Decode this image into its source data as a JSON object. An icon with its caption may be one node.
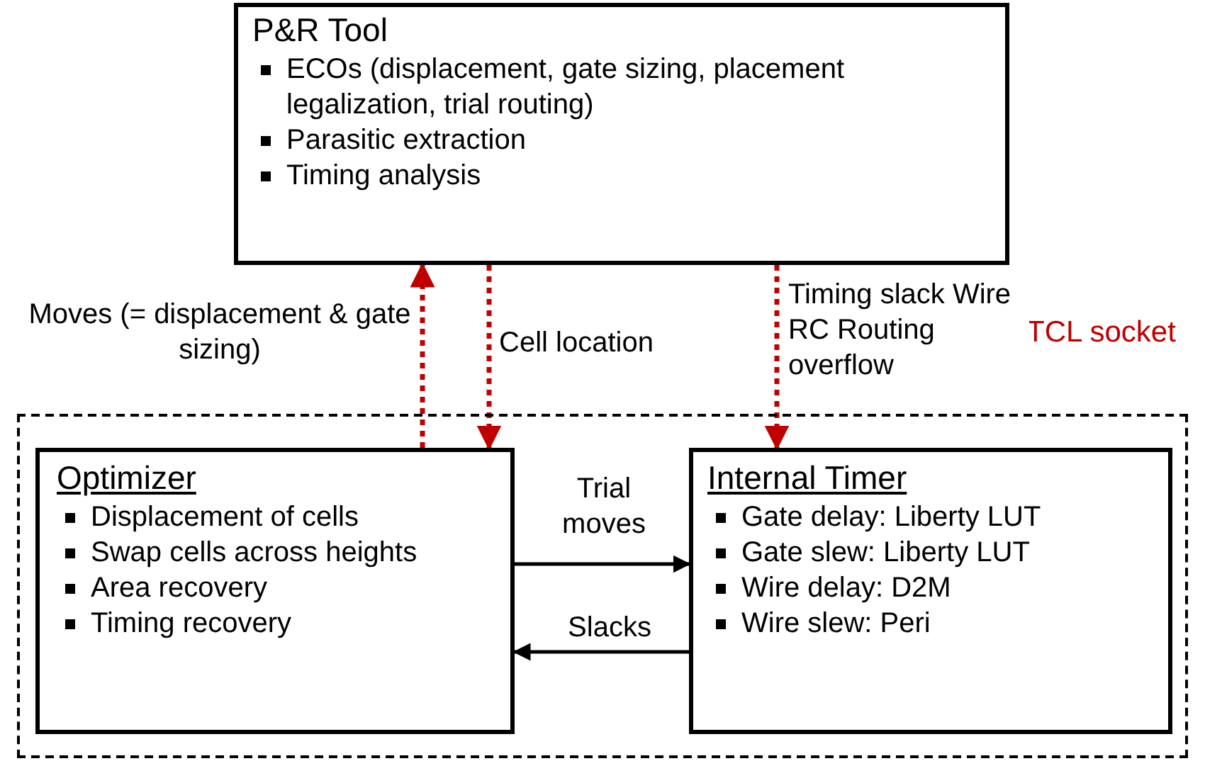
{
  "diagram": {
    "nodes": [
      {
        "text": [
          "P&R Tool",
          "ECOs (displacement, gate sizing, placement legalization, trial routing)",
          "Parasitic extraction",
          "Timing analysis"
        ]
      },
      {
        "text": [],
        "shape": "box"
      },
      {
        "text": [
          "Optimizer",
          "Displacement of cells",
          "Swap cells across heights",
          "Area recovery",
          "Timing recovery"
        ],
        "in": 1
      },
      {
        "text": [
          "Internal Timer",
          "Gate delay: Liberty LUT",
          "Gate slew: Liberty LUT",
          "Wire delay: D2M",
          "Wire slew: Peri"
        ],
        "in": 1
      }
    ],
    "edges": [
      {
        "from": 2,
        "to": 0,
        "arrow": "to",
        "label": "Moves (= displacement & gate sizing)",
        "style": "dashed",
        "color": "#c00000"
      },
      {
        "from": 0,
        "to": 2,
        "arrow": "to",
        "label": "Cell location",
        "style": "dashed",
        "color": "#c00000"
      },
      {
        "from": 0,
        "to": 3,
        "arrow": "to",
        "label": "Timing slack Wire RC Routing overflow",
        "style": "dashed",
        "color": "#c00000"
      },
      {
        "from": 2,
        "to": 3,
        "arrow": "to",
        "label": "Trial moves",
        "color": "#000000"
      },
      {
        "from": 3,
        "to": 2,
        "arrow": "to",
        "label": "Slacks",
        "color": "#000000"
      }
    ],
    "labels": [
      "TCL socket"
    ]
  }
}
